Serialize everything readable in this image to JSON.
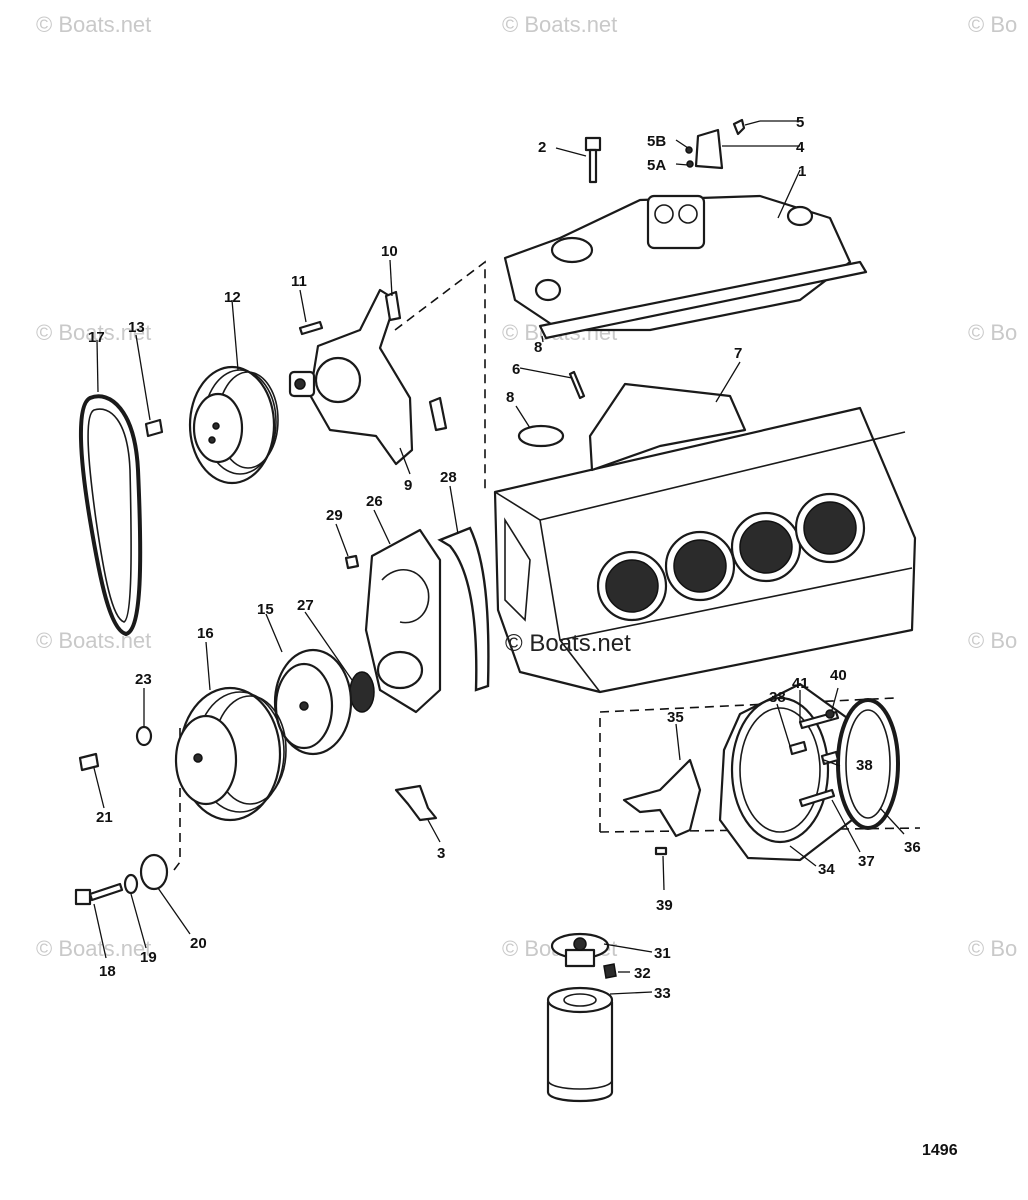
{
  "watermark": "© Boats.net",
  "watermark_cut": "© Bo",
  "figure_number": "1496",
  "callouts": [
    "1",
    "2",
    "3",
    "4",
    "5",
    "5A",
    "5B",
    "6",
    "7",
    "8",
    "8",
    "9",
    "10",
    "11",
    "12",
    "13",
    "15",
    "16",
    "17",
    "18",
    "19",
    "20",
    "21",
    "23",
    "26",
    "27",
    "28",
    "29",
    "31",
    "32",
    "33",
    "34",
    "35",
    "36",
    "37",
    "38",
    "38",
    "39",
    "40",
    "41"
  ]
}
